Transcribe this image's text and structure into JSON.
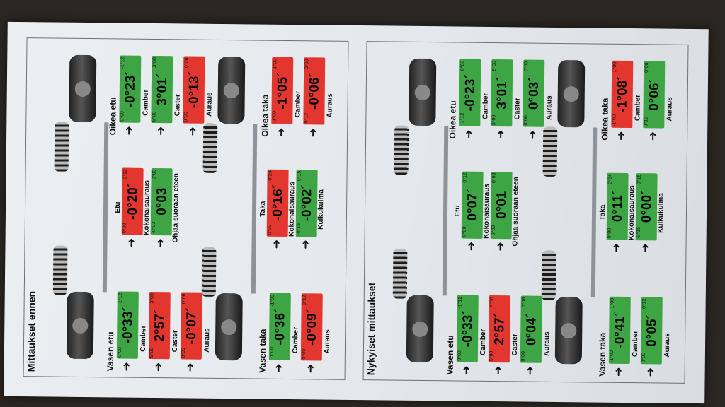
{
  "before": {
    "title": "Mittaukset ennen",
    "front_left": {
      "label": "Vasen etu",
      "camber": {
        "value": "-0°33´",
        "lo": "0°00",
        "hi": "-1°12",
        "color": "g",
        "name": "Camber"
      },
      "caster": {
        "value": "2°57´",
        "lo": "5°00",
        "hi": "3°00",
        "color": "r",
        "name": "Caster"
      },
      "toe": {
        "value": "-0°07´",
        "lo": "0°00",
        "hi": "0°06",
        "color": "r",
        "name": "Auraus"
      }
    },
    "front_right": {
      "label": "Oikea etu",
      "camber": {
        "value": "-0°23´",
        "lo": "0°00",
        "hi": "-1°12",
        "color": "g",
        "name": "Camber"
      },
      "caster": {
        "value": "3°01´",
        "lo": "5°00",
        "hi": "3°00",
        "color": "g",
        "name": "Caster"
      },
      "toe": {
        "value": "-0°13´",
        "lo": "0°00",
        "hi": "0°06",
        "color": "r",
        "name": "Auraus"
      }
    },
    "front_axle": {
      "label": "Etu",
      "total": {
        "value": "-0°20´",
        "lo": "0°00",
        "hi": "0°12",
        "color": "r",
        "name": "Kokonaisauraus"
      },
      "straight": {
        "value": "0°03",
        "lo": "-0°03",
        "hi": "0°03",
        "color": "g",
        "name": "Ohjaa suoraan eteen"
      }
    },
    "rear_left": {
      "label": "Vasen taka",
      "camber": {
        "value": "-0°36´",
        "lo": "-1°00",
        "hi": "-1°00",
        "color": "g",
        "name": "Camber"
      },
      "toe": {
        "value": "-0°09´",
        "lo": "0°00",
        "hi": "0°12",
        "color": "r",
        "name": "Auraus"
      }
    },
    "rear_right": {
      "label": "Oikea taka",
      "camber": {
        "value": "-1°05´",
        "lo": "-1°00",
        "hi": "-1°00",
        "color": "r",
        "name": "Camber"
      },
      "toe": {
        "value": "-0°06´",
        "lo": "0°12",
        "hi": "0°00",
        "color": "r",
        "name": "Auraus"
      }
    },
    "rear_axle": {
      "label": "Taka",
      "total": {
        "value": "-0°16´",
        "lo": "0°00",
        "hi": "0°24",
        "color": "r",
        "name": "Kokonaisauraus"
      },
      "thrust": {
        "value": "-0°02´",
        "lo": "-0°15",
        "hi": "0°15",
        "color": "g",
        "name": "Kulkukulma"
      }
    }
  },
  "after": {
    "title": "Nykyiset mittaukset",
    "front_left": {
      "label": "Vasen etu",
      "camber": {
        "value": "-0°33´",
        "lo": "0°00",
        "hi": "-1°12",
        "color": "g",
        "name": "Camber"
      },
      "caster": {
        "value": "2°57´",
        "lo": "5°00",
        "hi": "3°00",
        "color": "r",
        "name": "Caster"
      },
      "toe": {
        "value": "0°04´",
        "lo": "0°00",
        "hi": "0°06",
        "color": "g",
        "name": "Auraus"
      }
    },
    "front_right": {
      "label": "Oikea etu",
      "camber": {
        "value": "-0°23´",
        "lo": "-1°12",
        "hi": "0°00",
        "color": "g",
        "name": "Camber"
      },
      "caster": {
        "value": "3°01´",
        "lo": "3°00",
        "hi": "5°00",
        "color": "g",
        "name": "Caster"
      },
      "toe": {
        "value": "0°03´",
        "lo": "0°06",
        "hi": "0°00",
        "color": "g",
        "name": "Auraus"
      }
    },
    "front_axle": {
      "label": "Etu",
      "total": {
        "value": "0°07´",
        "lo": "0°00",
        "hi": "0°12",
        "color": "g",
        "name": "Kokonaisauraus"
      },
      "straight": {
        "value": "0°01",
        "lo": "-0°03",
        "hi": "0°03",
        "color": "g",
        "name": "Ohjaa suoraan eteen"
      }
    },
    "rear_left": {
      "label": "Vasen taka",
      "camber": {
        "value": "-0°41´",
        "lo": "-1°00",
        "hi": "-1°00",
        "color": "g",
        "name": "Camber"
      },
      "toe": {
        "value": "0°05´",
        "lo": "0°00",
        "hi": "0°12",
        "color": "g",
        "name": "Auraus"
      }
    },
    "rear_right": {
      "label": "Oikea taka",
      "camber": {
        "value": "-1°08´",
        "lo": "-1°00",
        "hi": "-1°00",
        "color": "r",
        "name": "Camber"
      },
      "toe": {
        "value": "0°06´",
        "lo": "0°12",
        "hi": "0°00",
        "color": "g",
        "name": "Auraus"
      }
    },
    "rear_axle": {
      "label": "Taka",
      "total": {
        "value": "0°11´",
        "lo": "0°00",
        "hi": "0°24",
        "color": "g",
        "name": "Kokonaisauraus"
      },
      "thrust": {
        "value": "0°00´",
        "lo": "-0°15",
        "hi": "0°15",
        "color": "g",
        "name": "Kulkukulma"
      }
    }
  }
}
